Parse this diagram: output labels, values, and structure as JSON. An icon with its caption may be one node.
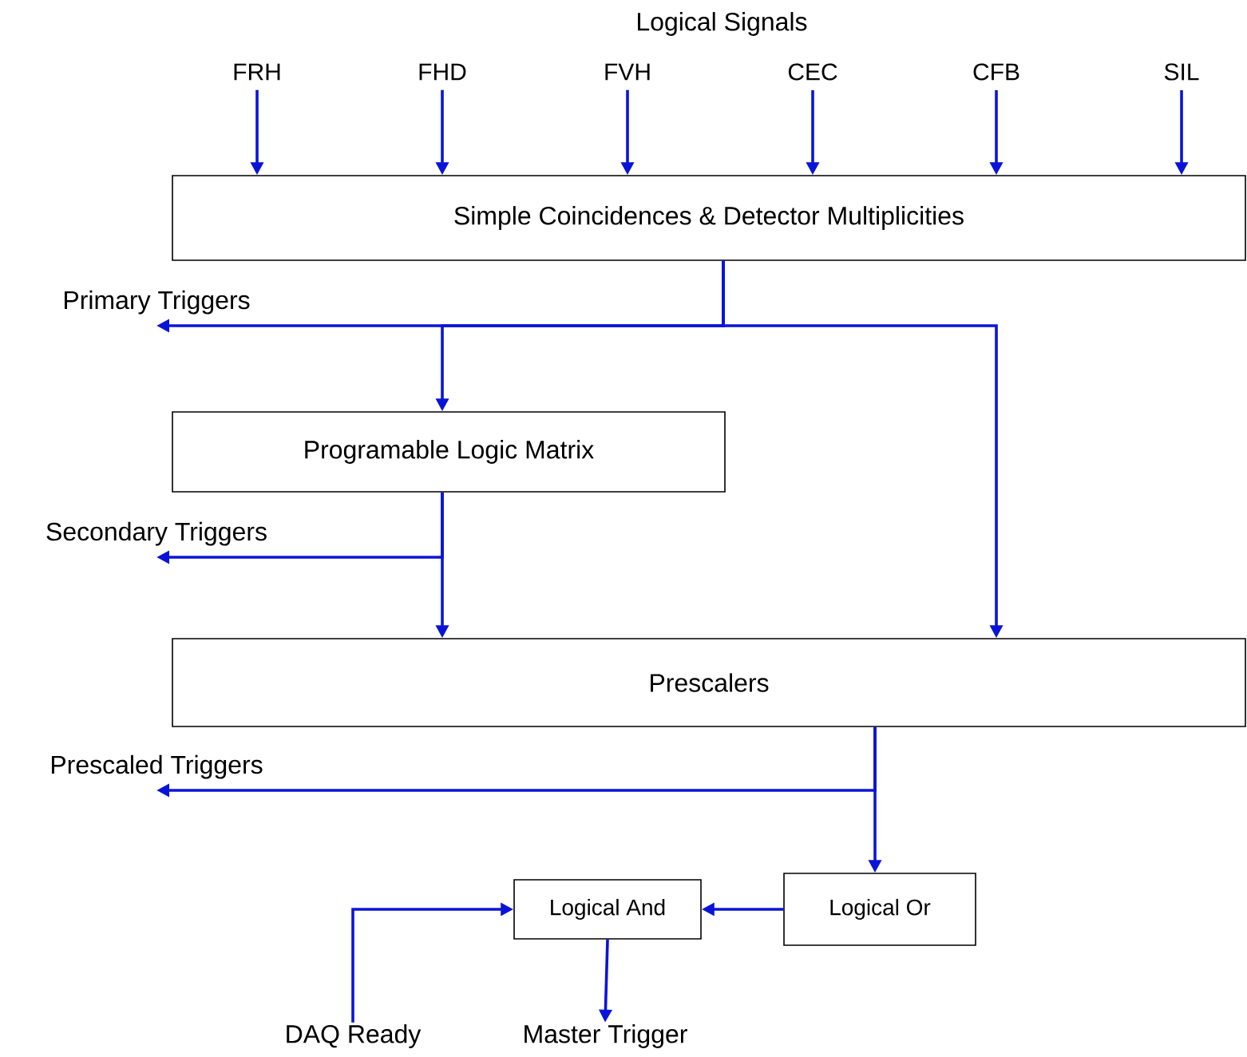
{
  "diagram": {
    "title": "Logical Signals",
    "nodes": [
      {
        "text": [
          "FRH"
        ]
      },
      {
        "text": [
          "FHD"
        ]
      },
      {
        "text": [
          "FVH"
        ]
      },
      {
        "text": [
          "CEC"
        ]
      },
      {
        "text": [
          "CFB"
        ]
      },
      {
        "text": [
          "SIL"
        ]
      },
      {
        "text": [
          "Simple Coincidences & Detector Multiplicities"
        ]
      },
      {
        "text": [
          "Primary Triggers"
        ]
      },
      {
        "text": [
          "Programable Logic Matrix"
        ]
      },
      {
        "text": [
          "Secondary Triggers"
        ]
      },
      {
        "text": [
          "Prescalers"
        ]
      },
      {
        "text": [
          "Prescaled Triggers"
        ]
      },
      {
        "text": [
          "Logical And"
        ]
      },
      {
        "text": [
          "Logical Or"
        ]
      },
      {
        "text": [
          "DAQ Ready"
        ]
      },
      {
        "text": [
          "Master Trigger"
        ]
      }
    ],
    "edges": [
      {
        "from": 0,
        "to": 6,
        "arrow": "to"
      },
      {
        "from": 1,
        "to": 6,
        "arrow": "to"
      },
      {
        "from": 2,
        "to": 6,
        "arrow": "to"
      },
      {
        "from": 3,
        "to": 6,
        "arrow": "to"
      },
      {
        "from": 4,
        "to": 6,
        "arrow": "to"
      },
      {
        "from": 5,
        "to": 6,
        "arrow": "to"
      },
      {
        "from": 6,
        "to": 7,
        "arrow": "to"
      },
      {
        "from": 6,
        "to": 8,
        "arrow": "to"
      },
      {
        "from": 6,
        "to": 10,
        "arrow": "to"
      },
      {
        "from": 8,
        "to": 9,
        "arrow": "to"
      },
      {
        "from": 8,
        "to": 10,
        "arrow": "to"
      },
      {
        "from": 10,
        "to": 11,
        "arrow": "to"
      },
      {
        "from": 10,
        "to": 13,
        "arrow": "to"
      },
      {
        "from": 13,
        "to": 12,
        "arrow": "to"
      },
      {
        "from": 14,
        "to": 12,
        "arrow": "to"
      },
      {
        "from": 12,
        "to": 15,
        "arrow": "to"
      }
    ]
  }
}
